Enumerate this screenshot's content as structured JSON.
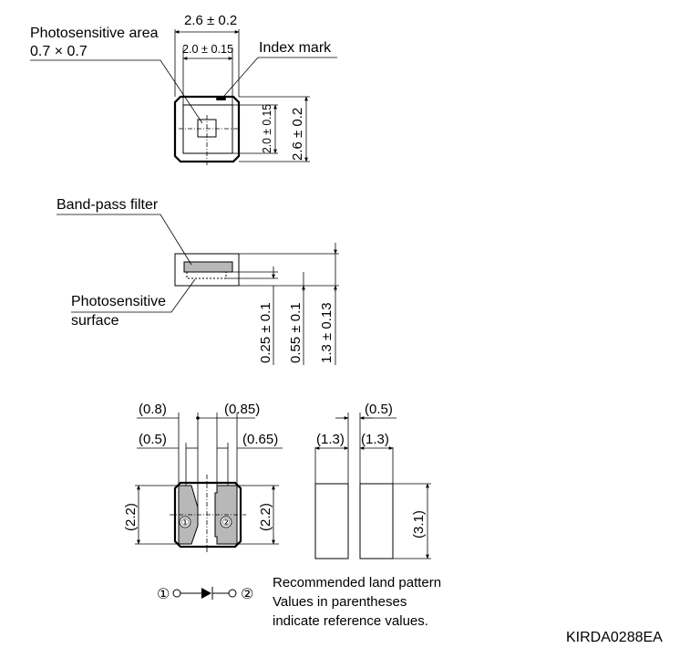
{
  "top_view": {
    "photosensitive_area_label": "Photosensitive area",
    "photosensitive_area_size": "0.7 × 0.7",
    "index_mark_label": "Index mark",
    "dim_outer_width": "2.6 ± 0.2",
    "dim_inner_width": "2.0 ± 0.15",
    "dim_inner_height": "2.0 ± 0.15",
    "dim_outer_height": "2.6 ± 0.2"
  },
  "side_view": {
    "filter_label": "Band-pass filter",
    "surface_label_line1": "Photosensitive",
    "surface_label_line2": "surface",
    "dim_surface_height": "0.25 ± 0.1",
    "dim_filter_height": "0.55 ± 0.1",
    "dim_total_height": "1.3 ± 0.13"
  },
  "bottom_view": {
    "dim_left_outer": "(0.8)",
    "dim_right_outer": "(0.85)",
    "dim_left_inner": "(0.5)",
    "dim_right_inner": "(0.65)",
    "dim_left_height": "(2.2)",
    "dim_right_height": "(2.2)",
    "pin1": "①",
    "pin2": "②"
  },
  "land_pattern": {
    "dim_gap": "(0.5)",
    "dim_pad_left": "(1.3)",
    "dim_pad_right": "(1.3)",
    "dim_pad_height": "(3.1)"
  },
  "circuit": {
    "pin1": "①",
    "pin2": "②"
  },
  "notes": {
    "line1": "Recommended land pattern",
    "line2": "Values in parentheses",
    "line3": "indicate reference values."
  },
  "doc_code": "KIRDA0288EA"
}
